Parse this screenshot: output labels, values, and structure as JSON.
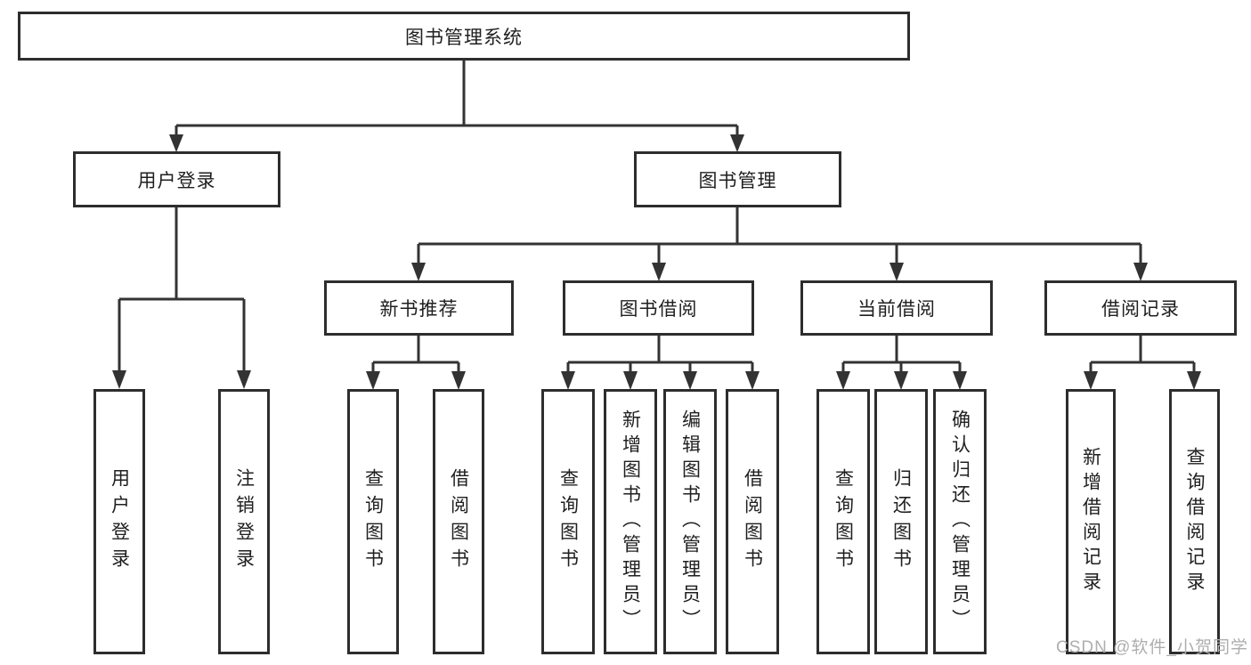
{
  "diagram": {
    "root": {
      "label": "图书管理系统"
    },
    "level2": {
      "user_login": {
        "label": "用户登录"
      },
      "book_management": {
        "label": "图书管理"
      }
    },
    "level3": {
      "new_books": {
        "label": "新书推荐"
      },
      "book_borrow": {
        "label": "图书借阅"
      },
      "current_borrow": {
        "label": "当前借阅"
      },
      "borrow_records": {
        "label": "借阅记录"
      }
    },
    "leaves": {
      "user_login": [
        "用户登录",
        "注销登录"
      ],
      "new_books": [
        "查询图书",
        "借阅图书"
      ],
      "book_borrow": [
        "查询图书",
        "新增图书（管理员）",
        "编辑图书（管理员）",
        "借阅图书"
      ],
      "current_borrow": [
        "查询图书",
        "归还图书",
        "确认归还（管理员）"
      ],
      "borrow_records": [
        "新增借阅记录",
        "查询借阅记录"
      ]
    },
    "colors": {
      "line": "#333333",
      "border": "#2d2d2d",
      "text": "#1f1f1f",
      "watermark": "#aeaeae",
      "background": "#ffffff"
    },
    "watermark": "CSDN @软件_小贺同学"
  }
}
